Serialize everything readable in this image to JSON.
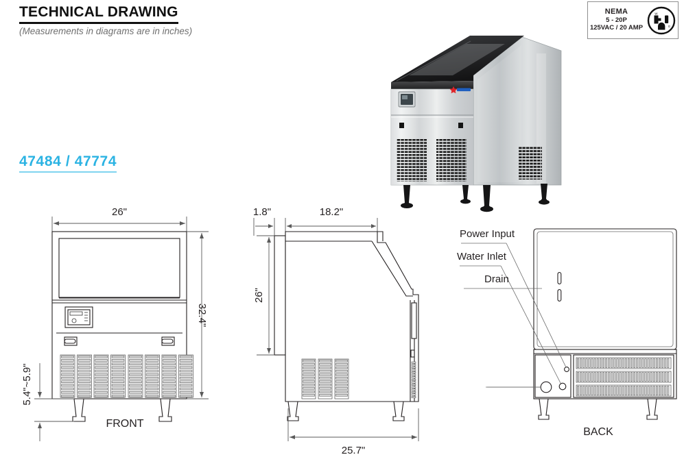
{
  "header": {
    "title": "TECHNICAL DRAWING",
    "subtitle": "(Measurements in diagrams are in inches)"
  },
  "model": {
    "label": "47484 / 47774",
    "underline_color": "#7fd4ef",
    "text_color": "#2bb3e3"
  },
  "nema_badge": {
    "line1": "NEMA",
    "line2": "5 - 20P",
    "line3": "125VAC / 20 AMP",
    "icon": "nema-5-20p-plug-icon"
  },
  "product_photo": {
    "alt": "stainless-steel-undercounter-ice-machine",
    "body_color": "#c9ccce",
    "top_lid_color": "#2b2b2d",
    "leg_color": "#1a1a1a",
    "logo_star_color": "#e0242a",
    "logo_text_color": "#1f5fbf"
  },
  "views": {
    "front": {
      "label": "FRONT",
      "dimensions": {
        "width": "26\"",
        "height": "32.4\"",
        "leg_height": "5.4\"~5.9\""
      }
    },
    "side": {
      "label": "",
      "dimensions": {
        "lip_depth": "1.8\"",
        "top_depth": "18.2\"",
        "body_height": "26\"",
        "overall_depth": "25.7\""
      }
    },
    "back": {
      "label": "BACK",
      "callouts": [
        {
          "id": "power-input",
          "label": "Power Input"
        },
        {
          "id": "water-inlet",
          "label": "Water Inlet"
        },
        {
          "id": "drain",
          "label": "Drain"
        }
      ]
    }
  }
}
